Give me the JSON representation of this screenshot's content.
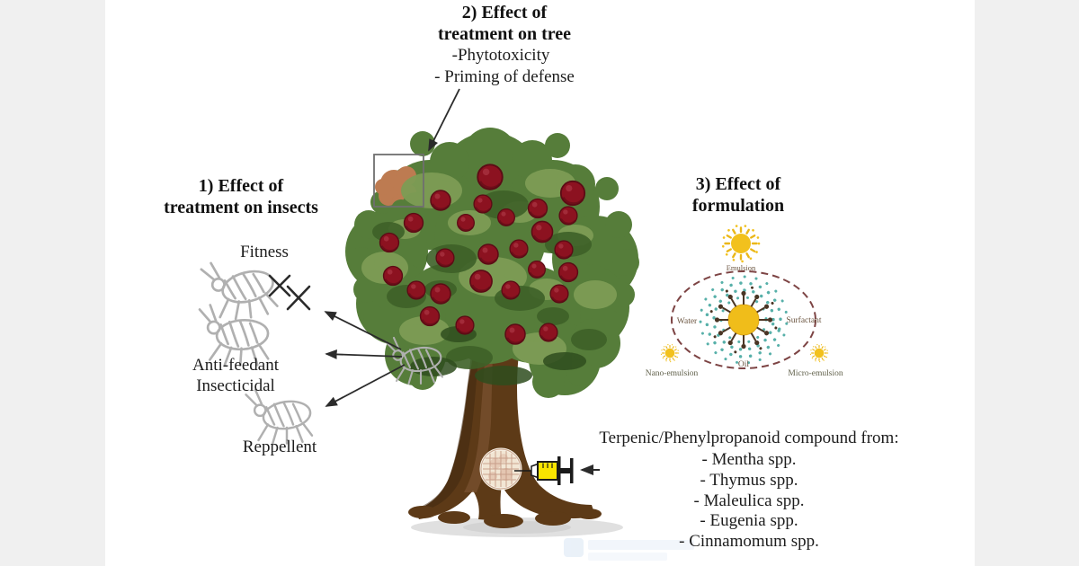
{
  "figure": {
    "section1": {
      "title1": "1) Effect of",
      "title2": "treatment on insects",
      "fitness": "Fitness",
      "antifeedant": "Anti-feedant",
      "insecticidal": "Insecticidal",
      "repellent": "Reppellent"
    },
    "section2": {
      "title1": "2) Effect of",
      "title2": "treatment on tree",
      "bullet1": "-Phytotoxicity",
      "bullet2": "- Priming of defense"
    },
    "section3": {
      "title1": "3) Effect of",
      "title2": "formulation",
      "emulsion": "Emulsion",
      "water": "Water",
      "surfactant": "Surfactant",
      "oil": "Oil",
      "nano": "Nano-emulsion",
      "micro": "Micro-emulsion"
    },
    "compounds": {
      "heading": "Terpenic/Phenylpropanoid compound from:",
      "items": [
        "- Mentha spp.",
        "- Thymus spp.",
        "- Maleulica spp.",
        "- Eugenia spp.",
        "- Cinnamomum spp."
      ]
    }
  },
  "icons": {
    "tree": "apple-tree-illustration",
    "insect": "aphid-sketch",
    "syringe": "trunk-injection-syringe",
    "sun": "emulsion-sun-burst",
    "micelle": "oil-in-water-micelle",
    "magnifier": "wood-cell-inset"
  },
  "colors": {
    "background": "#ffffff",
    "side_bars": "#f0f0f0",
    "canopy_green": "#567d3a",
    "canopy_light": "#7d9c55",
    "canopy_dark": "#3e6128",
    "apple_red": "#8c1220",
    "trunk_brown": "#5d3a17",
    "phytotoxicity_patch": "#bd7b51",
    "sun_yellow": "#f2c11d",
    "water_dots_teal": "#45a8a0",
    "emulsion_ellipse": "#7d4444",
    "arrow_black": "#2b2b2b",
    "insect_sketch_gray": "#b0b0b0"
  }
}
